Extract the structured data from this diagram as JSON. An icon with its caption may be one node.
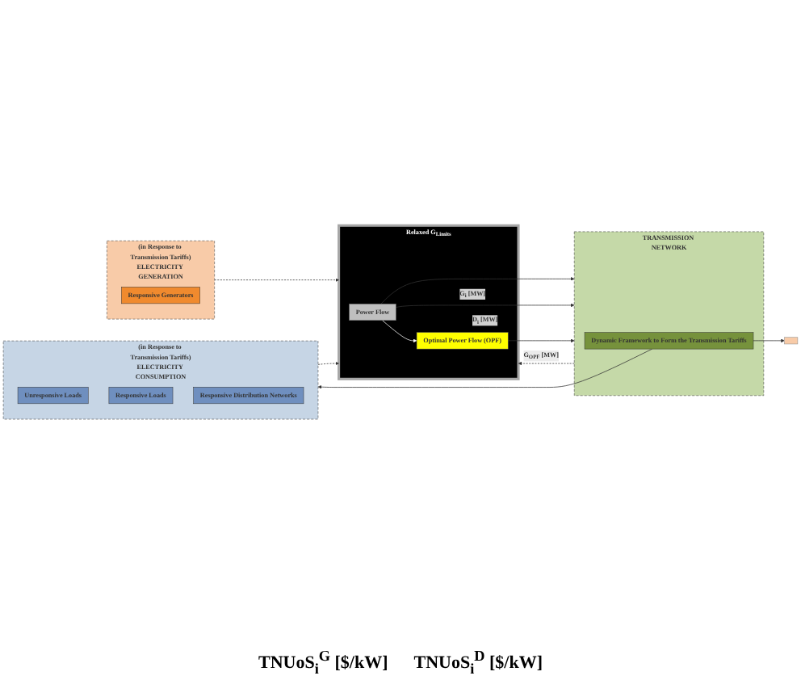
{
  "diagram": {
    "nodes": [
      {
        "text": [
          "(in Response to Transmission Tariffs)",
          "ELECTRICITY GENERATION"
        ]
      },
      {
        "text": [
          "Responsive Generators"
        ],
        "in": 0
      },
      {
        "text": [
          "TRANSMISSION NETWORK"
        ]
      },
      {
        "text": [
          "Relaxed G$_{Limits}$"
        ]
      },
      {
        "text": [
          "Power Flow"
        ],
        "in": 3
      },
      {
        "text": [
          "Optimal Power Flow (OPF)"
        ],
        "in": 3
      },
      {
        "text": [
          "Dynamic Framework to Form the Transmission Tariffs"
        ],
        "in": 2
      },
      {
        "text": [
          "(in Response to Transmission Tariffs)",
          "ELECTRICITY CONSUMPTION"
        ]
      },
      {
        "text": [
          "Unresponsive Loads"
        ],
        "in": 7
      },
      {
        "text": [
          "Responsive Loads"
        ],
        "in": 7
      },
      {
        "text": [
          "Responsive Distribution Networks"
        ],
        "in": 7
      },
      {
        "text": [],
        "shape": "box"
      }
    ],
    "edges": [
      {
        "from": 4,
        "to": 5,
        "arrow": "to",
        "color": "#ffffff"
      },
      {
        "from": 4,
        "to": 2,
        "arrow": "to",
        "label": "G$_{i}$ [MW]"
      },
      {
        "from": 4,
        "to": 2,
        "arrow": "to",
        "label": "D$_{i}$ [MW]"
      },
      {
        "from": 5,
        "to": 2,
        "arrow": "to",
        "label": "G$_{OPF}$ [MW]"
      },
      {
        "from": 0,
        "to": 3,
        "arrow": "to",
        "style": "dashed"
      },
      {
        "from": 2,
        "to": 3,
        "arrow": "to",
        "style": "dashed"
      },
      {
        "from": 7,
        "to": 3,
        "arrow": "to",
        "style": "dashed"
      },
      {
        "from": 6,
        "to": 11,
        "arrow": "to"
      },
      {
        "from": 6,
        "to": 7,
        "arrow": "to"
      }
    ],
    "labels": [
      "TNUoS$_{i}$$^{G}$ [$/kW]",
      "TNUoS$_{i}$$^{D}$ [$/kW]"
    ]
  }
}
